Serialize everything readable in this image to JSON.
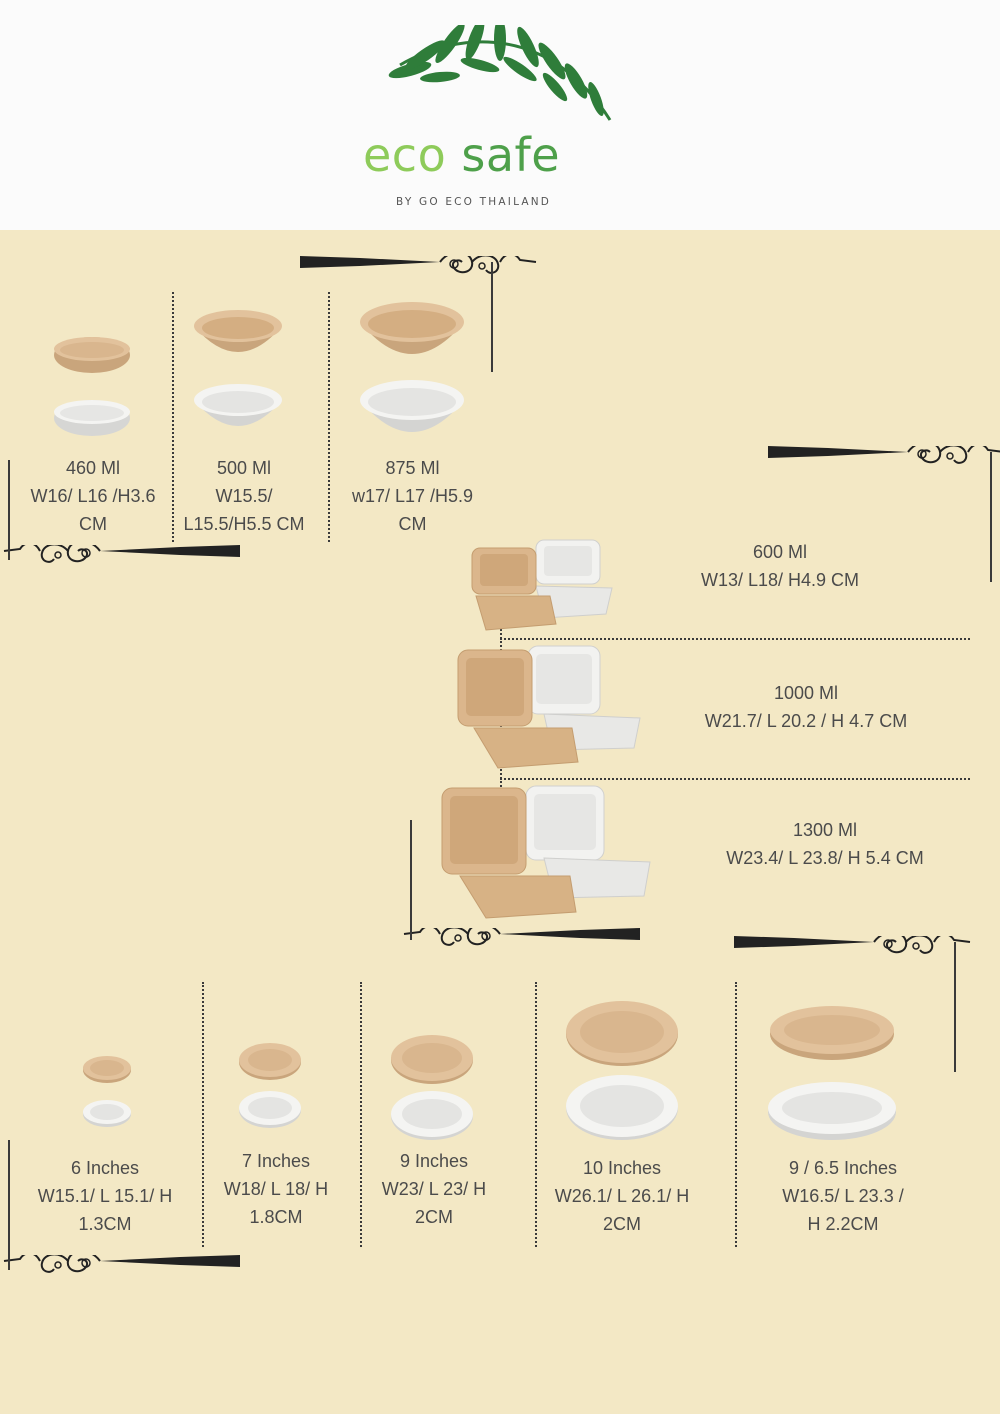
{
  "brand": {
    "name_part1": "eco",
    "name_part2": "safe",
    "tagline": "BY GO ECO THAILAND",
    "colors": {
      "light_green": "#8ecb5a",
      "dark_green": "#4ea04a",
      "leaf": "#2f7d3a"
    }
  },
  "colors": {
    "background": "#f3e8c5",
    "natural": "#dcb88e",
    "white_item": "#ececea"
  },
  "bowls": [
    {
      "capacity": "460 Ml",
      "size_line1": "W16/ L16 /H3.6",
      "size_line2": "CM"
    },
    {
      "capacity": "500 Ml",
      "size_line1": "W15.5/",
      "size_line2": "L15.5/H5.5 CM"
    },
    {
      "capacity": "875 Ml",
      "size_line1": "w17/ L17 /H5.9",
      "size_line2": "CM"
    }
  ],
  "boxes": [
    {
      "capacity": "600 Ml",
      "size": "W13/ L18/ H4.9 CM"
    },
    {
      "capacity": "1000 Ml",
      "size": "W21.7/ L 20.2 / H 4.7 CM"
    },
    {
      "capacity": "1300 Ml",
      "size": "W23.4/ L 23.8/ H 5.4 CM"
    }
  ],
  "plates": [
    {
      "size": "6 Inches",
      "dim_line1": "W15.1/ L 15.1/ H",
      "dim_line2": "1.3CM"
    },
    {
      "size": "7 Inches",
      "dim_line1": "W18/ L 18/ H",
      "dim_line2": "1.8CM"
    },
    {
      "size": "9 Inches",
      "dim_line1": "W23/ L 23/ H",
      "dim_line2": "2CM"
    },
    {
      "size": "10 Inches",
      "dim_line1": "W26.1/ L 26.1/ H",
      "dim_line2": "2CM"
    },
    {
      "size": "9 / 6.5 Inches",
      "dim_line1": "W16.5/ L 23.3 /",
      "dim_line2": "H 2.2CM"
    }
  ]
}
